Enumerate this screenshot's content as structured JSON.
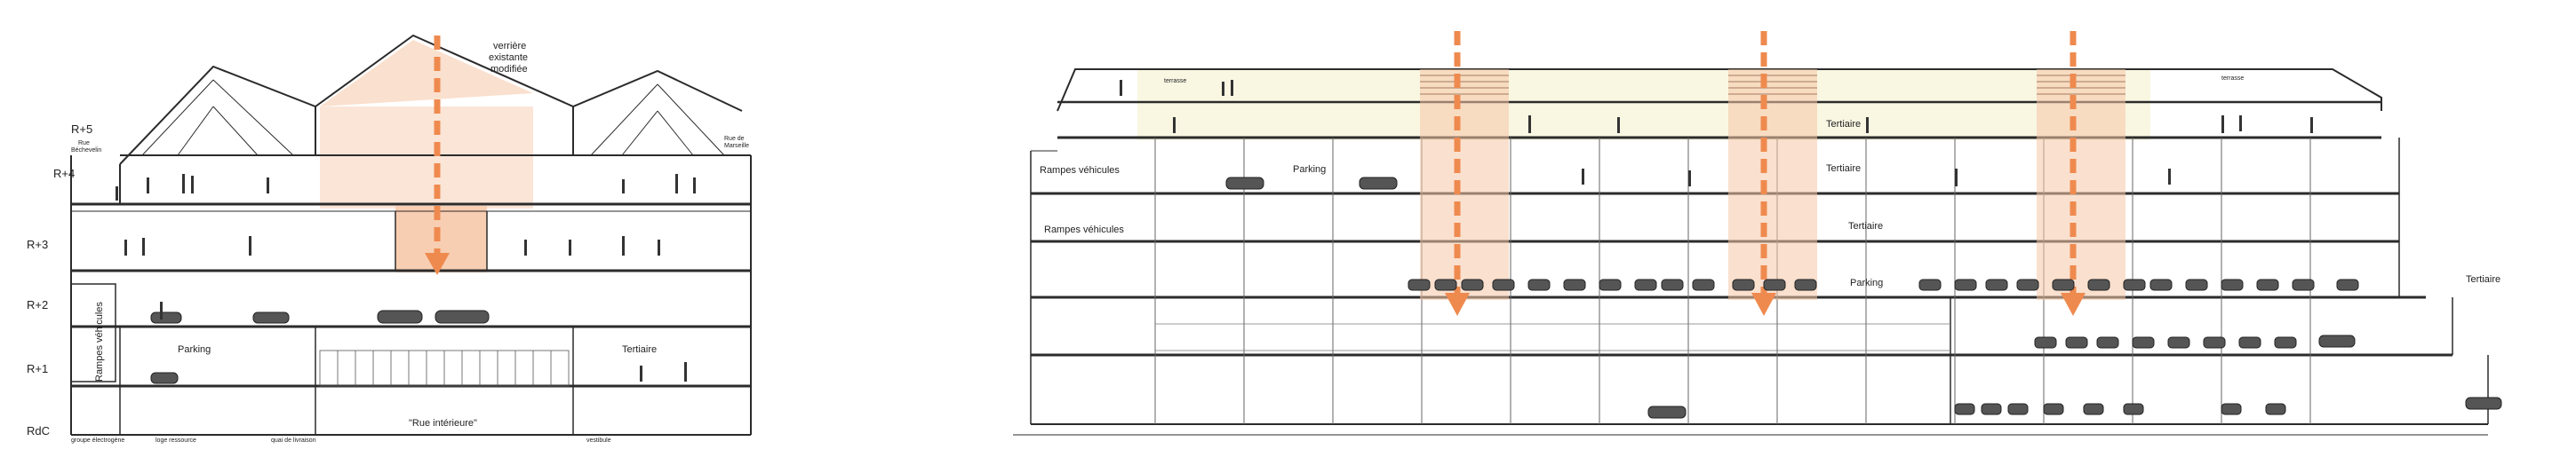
{
  "colors": {
    "line": "#2b2b2b",
    "accent": "#ef8a4f",
    "accent_fill": "#f6c6a6",
    "soft_fill": "#fbe2d2",
    "glass": "#f5f1cf"
  },
  "left_section": {
    "levels": [
      "R+5",
      "R+4",
      "R+3",
      "R+2",
      "R+1",
      "RdC"
    ],
    "annotation_top": [
      "verrière",
      "existante",
      "modifiée"
    ],
    "small_labels": {
      "rue_left": [
        "Rue",
        "Béchevelin"
      ],
      "rue_right": [
        "Rue de",
        "Marseille"
      ]
    },
    "labels": {
      "ramp": "Rampes véhicules",
      "parking": "Parking",
      "tertiaire": "Tertiaire",
      "rue_interieure": "\"Rue intérieure\""
    },
    "ground_small": [
      "groupe électrogène",
      "loge ressource",
      "quai de livraison",
      "vestibule"
    ]
  },
  "right_section": {
    "labels": {
      "ramp_upper": "Rampes véhicules",
      "ramp_lower": "Rampes véhicules",
      "parking_upper": "Parking",
      "parking_mid": "Parking",
      "tertiaire_1": "Tertiaire",
      "tertiaire_2": "Tertiaire",
      "tertiaire_3": "Tertiaire",
      "tertiaire_4": "Tertiaire"
    },
    "small_labels": [
      "terrasse",
      "terrasse"
    ]
  }
}
